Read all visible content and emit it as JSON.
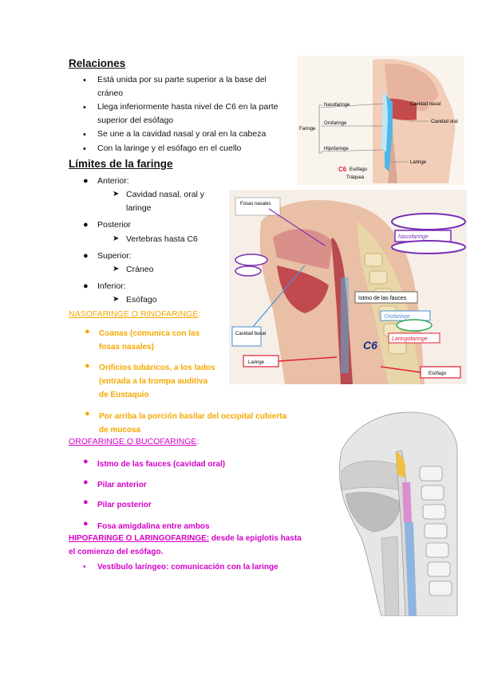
{
  "relaciones": {
    "heading": "Relaciones",
    "items": [
      [
        "Está unida por su parte superior a la base del",
        "cráneo"
      ],
      [
        "Llega inferiormente hasta nivel de C6 en la parte",
        "superior del esófago"
      ],
      [
        "Se une a la cavidad nasal y oral en la cabeza"
      ],
      [
        "Con la laringe y el esófago en el cuello"
      ]
    ]
  },
  "limites": {
    "heading": "Límites de la faringe",
    "groups": [
      {
        "label": "Anterior:",
        "subs": [
          [
            "Cavidad nasal, oral y",
            "laringe"
          ]
        ]
      },
      {
        "label": "Posterior",
        "subs": [
          [
            "Vertebras hasta C6"
          ]
        ]
      },
      {
        "label": "Superior:",
        "subs": [
          [
            "Cráneo"
          ]
        ]
      },
      {
        "label": "Inferior:",
        "subs": [
          [
            "Esófago"
          ]
        ]
      }
    ]
  },
  "nasofaringe": {
    "heading": "NASOFARINGE O RINOFARINGE",
    "colon": ":",
    "items": [
      [
        "Coanas (comunica con las",
        "fosas nasales)"
      ],
      [
        "Orificios tubáricos, a los lados",
        "(entrada a la trompa auditiva",
        "de Eustaquio"
      ],
      [
        " Por arriba la porción basilar del occipital cubierta",
        "de mucosa"
      ]
    ]
  },
  "orofaringe": {
    "heading": "OROFARINGE O BUCOFARINGE",
    "colon": ":",
    "items": [
      "Istmo de las fauces (cavidad oral)",
      "Pilar anterior",
      "Pilar posterior",
      "Fosa amigdalina entre ambos"
    ]
  },
  "hipofaringe": {
    "heading": "HIPOFARINGE O LARINGOFARINGE:",
    "desc1": " desde la epiglotis hasta",
    "desc2": "el comienzo del esófago.",
    "items": [
      "Vestíbulo laríngeo: comunicación con la laringe"
    ]
  },
  "figure1": {
    "labels": [
      "Nasofaringe",
      "Orofaringe",
      "Hipofaringe",
      "Faringe",
      "Cavidad nasal",
      "Cavidad oral",
      "Laringe",
      "C6",
      "Esófago",
      "Tráquea"
    ]
  },
  "figure2": {
    "labels": [
      "Fosas nasales",
      "Nasofaringe",
      "Orofaringe",
      "Laringofaringe",
      "Istmo de las fauces",
      "Cavidad bucal",
      "Laringe",
      "Esófago",
      "C6"
    ]
  },
  "colors": {
    "orange": "#f5a800",
    "magenta": "#d400c8",
    "purple": "#7a2fb5",
    "red": "#e0203a"
  }
}
